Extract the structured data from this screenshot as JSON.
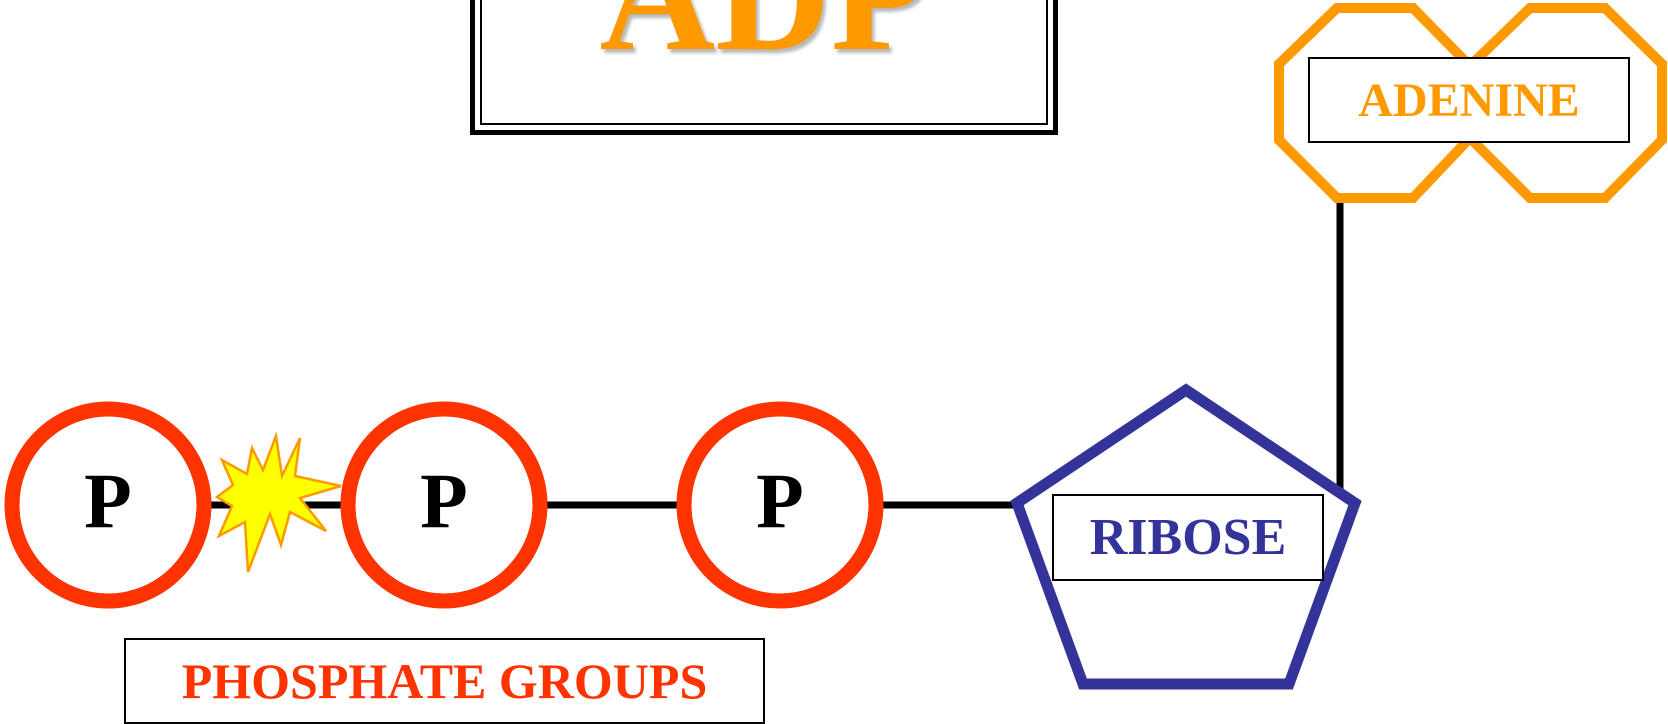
{
  "title": {
    "text": "ADP",
    "color": "#ff9900"
  },
  "colors": {
    "phosphate": "#ff3300",
    "ribose": "#333399",
    "adenine": "#ff9900",
    "bond_line": "#000000",
    "burst_fill": "#ffff00",
    "burst_outline": "#ff9900"
  },
  "phosphate_groups": {
    "label": "PHOSPHATE GROUPS",
    "items": [
      {
        "letter": "P"
      },
      {
        "letter": "P"
      },
      {
        "letter": "P"
      }
    ]
  },
  "ribose": {
    "label": "RIBOSE"
  },
  "adenine": {
    "label": "ADENINE"
  },
  "bond_break": {
    "icon": "energy-burst-icon"
  }
}
